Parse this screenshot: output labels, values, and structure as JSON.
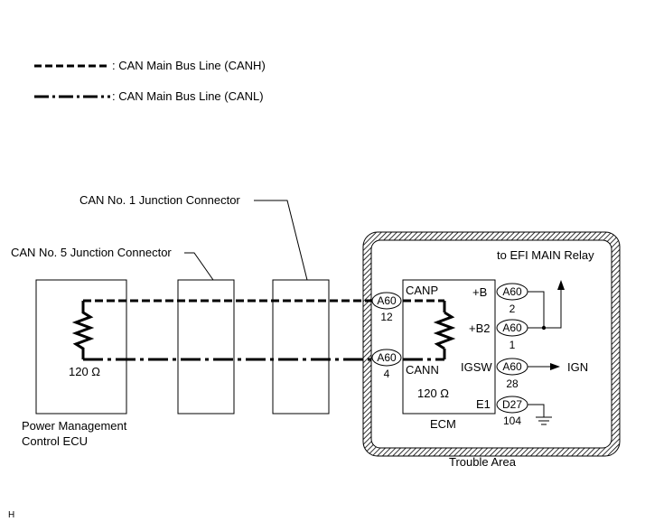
{
  "legend": {
    "canh": ": CAN Main Bus Line (CANH)",
    "canl": ": CAN Main Bus Line (CANL)"
  },
  "junction1_label": "CAN No. 1 Junction Connector",
  "junction5_label": "CAN No. 5 Junction Connector",
  "pm_ecu": {
    "resistor": "120 Ω",
    "name_line1": "Power Management",
    "name_line2": "Control ECU"
  },
  "ecm": {
    "name": "ECM",
    "resistor": "120 Ω",
    "pins": {
      "canp": "CANP",
      "cann": "CANN",
      "plus_b": "+B",
      "plus_b2": "+B2",
      "igsw": "IGSW",
      "e1": "E1"
    },
    "connectors": {
      "canh_conn": "A60",
      "canh_num": "12",
      "canl_conn": "A60",
      "canl_num": "4",
      "b_conn": "A60",
      "b_num": "2",
      "b2_conn": "A60",
      "b2_num": "1",
      "igsw_conn": "A60",
      "igsw_num": "28",
      "e1_conn": "D27",
      "e1_num": "104"
    }
  },
  "efi_relay_label": "to EFI MAIN Relay",
  "ign_label": "IGN",
  "trouble_area_label": "Trouble Area",
  "corner_mark": "H"
}
